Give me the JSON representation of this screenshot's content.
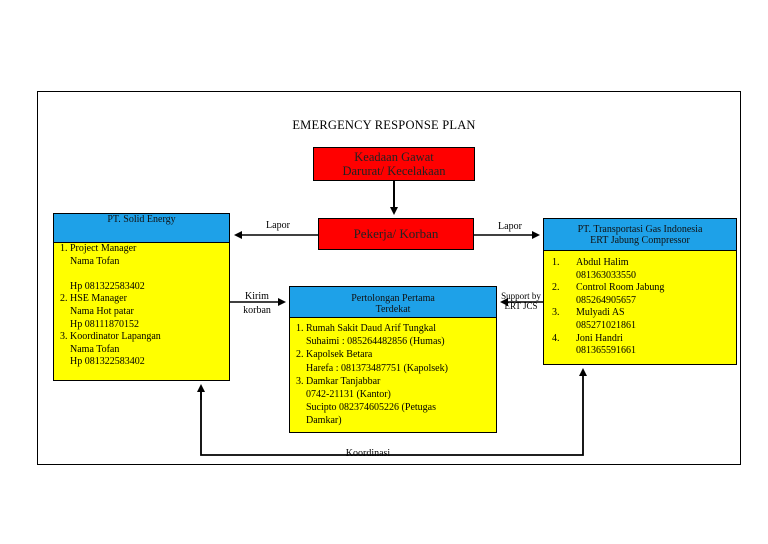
{
  "title": "EMERGENCY RESPONSE PLAN",
  "emergency": {
    "line1": "Keadaan Gawat",
    "line2": "Darurat/ Kecelakaan"
  },
  "worker": {
    "label": "Pekerja/ Korban"
  },
  "solid_energy": {
    "header": "PT. Solid Energy",
    "items": [
      {
        "num": "1.",
        "text": "Project Manager\n  Nama Tofan\n\nHp 081322583402"
      },
      {
        "num": "2.",
        "text": "HSE Manager\nNama Hot patar\nHp 08111870152"
      },
      {
        "num": "3.",
        "text": "Koordinator Lapangan\n  Nama  Tofan\nHp 081322583402"
      }
    ]
  },
  "first_aid": {
    "header_line1": "Pertolongan Pertama",
    "header_line2": "Terdekat",
    "items": [
      {
        "num": "1.",
        "text": "Rumah Sakit Daud Arif Tungkal\nSuhaimi : 085264482856  (Humas)"
      },
      {
        "num": "2.",
        "text": "Kapolsek Betara\nHarefa : 081373487751  (Kapolsek)"
      },
      {
        "num": "3.",
        "text": "Damkar Tanjabbar\n0742-21131 (Kantor)\nSucipto 082374605226 (Petugas\nDamkar)"
      }
    ]
  },
  "transportasi": {
    "header_line1": "PT. Transportasi Gas Indonesia",
    "header_line2": "ERT Jabung Compressor",
    "items": [
      {
        "num": "1.",
        "text": "Abdul Halim\n081363033550"
      },
      {
        "num": "2.",
        "text": "Control Room Jabung\n085264905657"
      },
      {
        "num": "3.",
        "text": "Mulyadi AS\n085271021861"
      },
      {
        "num": "4.",
        "text": "Joni Handri\n081365591661"
      }
    ]
  },
  "labels": {
    "lapor_left": "Lapor",
    "lapor_right": "Lapor",
    "kirim": "Kirim",
    "korban": "korban",
    "support_line1": "Support by",
    "support_line2": "ERT JCS",
    "koordinasi": "Koordinasi"
  }
}
